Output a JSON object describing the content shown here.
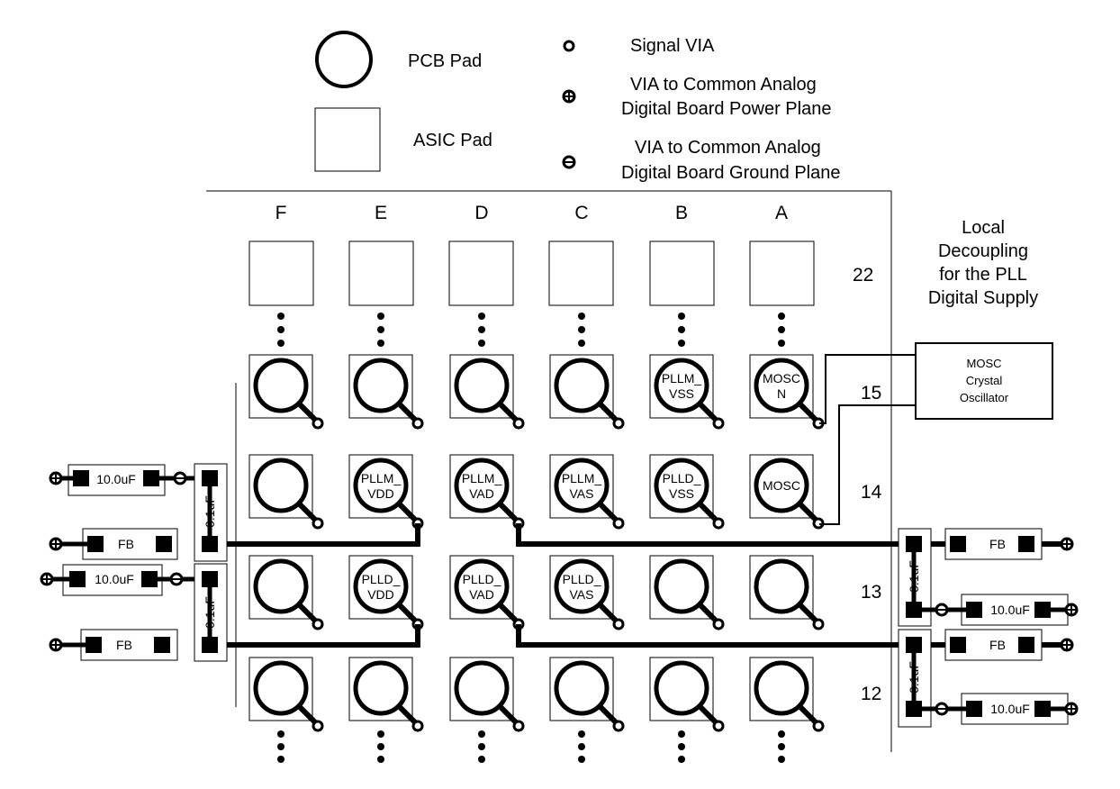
{
  "legend": {
    "pcb_pad": "PCB Pad",
    "asic_pad": "ASIC Pad",
    "signal_via": "Signal VIA",
    "power_via_line1": "VIA to Common Analog",
    "power_via_line2": "Digital Board Power Plane",
    "ground_via_line1": "VIA to Common Analog",
    "ground_via_line2": "Digital Board Ground Plane"
  },
  "columns": [
    "F",
    "E",
    "D",
    "C",
    "B",
    "A"
  ],
  "rows": [
    "22",
    "15",
    "14",
    "13",
    "12"
  ],
  "pads": [
    {
      "row": "15",
      "col": "B",
      "line1": "PLLM_",
      "line2": "VSS"
    },
    {
      "row": "15",
      "col": "A",
      "line1": "MOSC",
      "line2": "N"
    },
    {
      "row": "14",
      "col": "E",
      "line1": "PLLM_",
      "line2": "VDD"
    },
    {
      "row": "14",
      "col": "D",
      "line1": "PLLM_",
      "line2": "VAD"
    },
    {
      "row": "14",
      "col": "C",
      "line1": "PLLM_",
      "line2": "VAS"
    },
    {
      "row": "14",
      "col": "B",
      "line1": "PLLD_",
      "line2": "VSS"
    },
    {
      "row": "14",
      "col": "A",
      "line1": "MOSC",
      "line2": ""
    },
    {
      "row": "13",
      "col": "E",
      "line1": "PLLD_",
      "line2": "VDD"
    },
    {
      "row": "13",
      "col": "D",
      "line1": "PLLD_",
      "line2": "VAD"
    },
    {
      "row": "13",
      "col": "C",
      "line1": "PLLD_",
      "line2": "VAS"
    }
  ],
  "decoupling_note": [
    "Local",
    "Decoupling",
    "for the PLL",
    "Digital Supply"
  ],
  "oscillator": [
    "MOSC",
    "Crystal",
    "Oscillator"
  ],
  "components": {
    "bulk_cap": "10.0uF",
    "ferrite_bead": "FB",
    "bypass_cap": "0.1uF"
  }
}
